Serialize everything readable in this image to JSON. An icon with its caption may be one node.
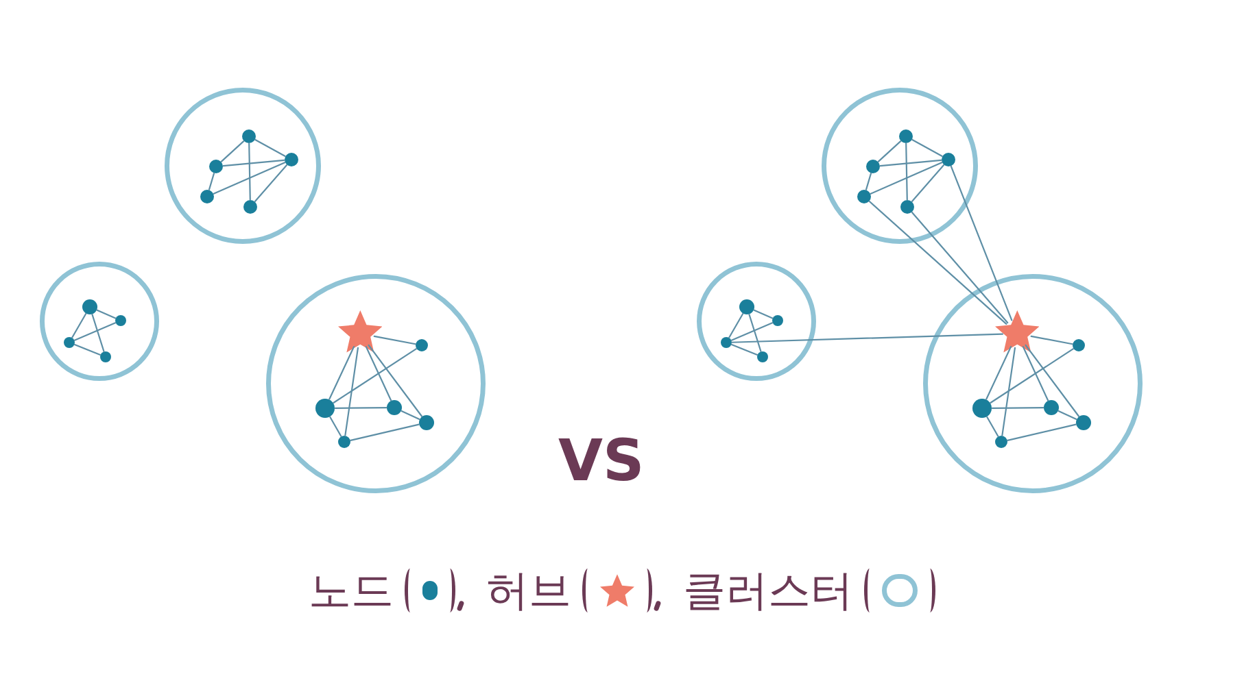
{
  "diagram": {
    "nodes": [
      {
        "text": [],
        "shape": "circle"
      },
      {
        "text": [],
        "shape": "dot",
        "in": 0
      },
      {
        "text": [],
        "shape": "dot",
        "in": 0
      },
      {
        "text": [],
        "shape": "dot",
        "in": 0
      },
      {
        "text": [],
        "shape": "dot",
        "in": 0
      },
      {
        "text": [],
        "shape": "dot",
        "in": 0
      },
      {
        "text": [],
        "shape": "circle"
      },
      {
        "text": [],
        "shape": "dot",
        "in": 6
      },
      {
        "text": [],
        "shape": "dot",
        "in": 6
      },
      {
        "text": [],
        "shape": "dot",
        "in": 6
      },
      {
        "text": [],
        "shape": "dot",
        "in": 6
      },
      {
        "text": [],
        "shape": "circle"
      },
      {
        "text": [],
        "shape": "star",
        "in": 11
      },
      {
        "text": [],
        "shape": "dot",
        "in": 11
      },
      {
        "text": [],
        "shape": "dot",
        "in": 11
      },
      {
        "text": [],
        "shape": "dot",
        "in": 11
      },
      {
        "text": [],
        "shape": "dot",
        "in": 11
      },
      {
        "text": [],
        "shape": "dot",
        "in": 11
      },
      {
        "text": [],
        "shape": "circle"
      },
      {
        "text": [],
        "shape": "dot",
        "in": 18
      },
      {
        "text": [],
        "shape": "dot",
        "in": 18
      },
      {
        "text": [],
        "shape": "dot",
        "in": 18
      },
      {
        "text": [],
        "shape": "dot",
        "in": 18
      },
      {
        "text": [],
        "shape": "dot",
        "in": 18
      },
      {
        "text": [],
        "shape": "circle"
      },
      {
        "text": [],
        "shape": "dot",
        "in": 24
      },
      {
        "text": [],
        "shape": "dot",
        "in": 24
      },
      {
        "text": [],
        "shape": "dot",
        "in": 24
      },
      {
        "text": [],
        "shape": "dot",
        "in": 24
      },
      {
        "text": [],
        "shape": "circle"
      },
      {
        "text": [],
        "shape": "star",
        "in": 29
      },
      {
        "text": [],
        "shape": "dot",
        "in": 29
      },
      {
        "text": [],
        "shape": "dot",
        "in": 29
      },
      {
        "text": [],
        "shape": "dot",
        "in": 29
      },
      {
        "text": [],
        "shape": "dot",
        "in": 29
      },
      {
        "text": [],
        "shape": "dot",
        "in": 29
      }
    ],
    "edges": [
      {
        "from": 1,
        "to": 3,
        "arrow": "none"
      },
      {
        "from": 1,
        "to": 2,
        "arrow": "none"
      },
      {
        "from": 1,
        "to": 5,
        "arrow": "none"
      },
      {
        "from": 3,
        "to": 2,
        "arrow": "none"
      },
      {
        "from": 3,
        "to": 4,
        "arrow": "none"
      },
      {
        "from": 4,
        "to": 2,
        "arrow": "none"
      },
      {
        "from": 5,
        "to": 2,
        "arrow": "none"
      },
      {
        "from": 7,
        "to": 8,
        "arrow": "none"
      },
      {
        "from": 7,
        "to": 9,
        "arrow": "none"
      },
      {
        "from": 7,
        "to": 10,
        "arrow": "none"
      },
      {
        "from": 9,
        "to": 8,
        "arrow": "none"
      },
      {
        "from": 9,
        "to": 10,
        "arrow": "none"
      },
      {
        "from": 12,
        "to": 13,
        "arrow": "none"
      },
      {
        "from": 12,
        "to": 14,
        "arrow": "none"
      },
      {
        "from": 12,
        "to": 17,
        "arrow": "none"
      },
      {
        "from": 12,
        "to": 15,
        "arrow": "none"
      },
      {
        "from": 12,
        "to": 16,
        "arrow": "none"
      },
      {
        "from": 13,
        "to": 14,
        "arrow": "none"
      },
      {
        "from": 14,
        "to": 15,
        "arrow": "none"
      },
      {
        "from": 14,
        "to": 17,
        "arrow": "none"
      },
      {
        "from": 15,
        "to": 16,
        "arrow": "none"
      },
      {
        "from": 17,
        "to": 16,
        "arrow": "none"
      },
      {
        "from": 19,
        "to": 21,
        "arrow": "none"
      },
      {
        "from": 19,
        "to": 20,
        "arrow": "none"
      },
      {
        "from": 19,
        "to": 23,
        "arrow": "none"
      },
      {
        "from": 21,
        "to": 20,
        "arrow": "none"
      },
      {
        "from": 21,
        "to": 22,
        "arrow": "none"
      },
      {
        "from": 22,
        "to": 20,
        "arrow": "none"
      },
      {
        "from": 23,
        "to": 20,
        "arrow": "none"
      },
      {
        "from": 25,
        "to": 26,
        "arrow": "none"
      },
      {
        "from": 25,
        "to": 27,
        "arrow": "none"
      },
      {
        "from": 25,
        "to": 28,
        "arrow": "none"
      },
      {
        "from": 27,
        "to": 26,
        "arrow": "none"
      },
      {
        "from": 27,
        "to": 28,
        "arrow": "none"
      },
      {
        "from": 30,
        "to": 31,
        "arrow": "none"
      },
      {
        "from": 30,
        "to": 32,
        "arrow": "none"
      },
      {
        "from": 30,
        "to": 35,
        "arrow": "none"
      },
      {
        "from": 30,
        "to": 33,
        "arrow": "none"
      },
      {
        "from": 30,
        "to": 34,
        "arrow": "none"
      },
      {
        "from": 31,
        "to": 32,
        "arrow": "none"
      },
      {
        "from": 32,
        "to": 33,
        "arrow": "none"
      },
      {
        "from": 32,
        "to": 35,
        "arrow": "none"
      },
      {
        "from": 33,
        "to": 34,
        "arrow": "none"
      },
      {
        "from": 35,
        "to": 34,
        "arrow": "none"
      },
      {
        "from": 22,
        "to": 30,
        "arrow": "none"
      },
      {
        "from": 23,
        "to": 30,
        "arrow": "none"
      },
      {
        "from": 20,
        "to": 30,
        "arrow": "none"
      },
      {
        "from": 27,
        "to": 30,
        "arrow": "none"
      }
    ],
    "labels": [
      "VS"
    ],
    "legend": [
      {
        "text": "노드",
        "color": "#1a7f9b"
      },
      {
        "text": "허브",
        "color": "#ef7c69"
      },
      {
        "text": "클러스터",
        "color": "#8fc3d5"
      }
    ]
  }
}
